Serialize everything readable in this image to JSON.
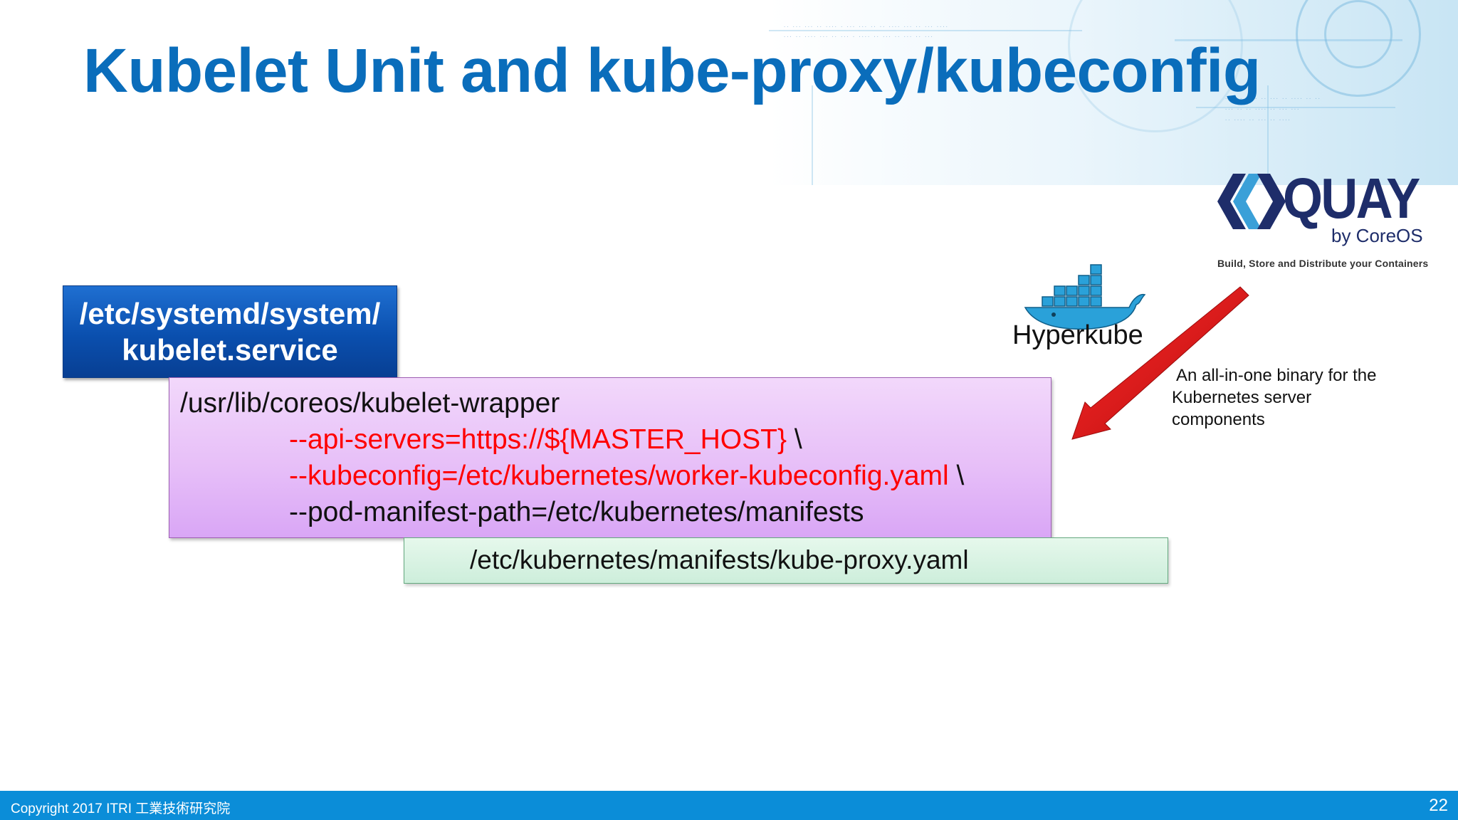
{
  "slide": {
    "title": "Kubelet Unit and kube-proxy/kubeconfig"
  },
  "service_box": {
    "line1": "/etc/systemd/system/",
    "line2": "kubelet.service"
  },
  "wrapper_box": {
    "command": "/usr/lib/coreos/kubelet-wrapper",
    "arg1": "--api-servers=https://${MASTER_HOST}",
    "arg1_cont": " \\",
    "arg2": "--kubeconfig=/etc/kubernetes/worker-kubeconfig.yaml",
    "arg2_cont": " \\",
    "arg3": "--pod-manifest-path=/etc/kubernetes/manifests"
  },
  "proxy_box": {
    "path": "/etc/kubernetes/manifests/kube-proxy.yaml"
  },
  "quay": {
    "name": "QUAY",
    "by": "by CoreOS",
    "tagline": "Build, Store and Distribute your Containers"
  },
  "hyperkube": {
    "label": "Hyperkube",
    "description": [
      "An all-in-one binary for the",
      "Kubernetes server",
      "components"
    ]
  },
  "footer": {
    "copyright": "Copyright 2017  ITRI 工業技術研究院",
    "page_number": "22"
  },
  "colors": {
    "title": "#0a6dbb",
    "highlight_args": "#ff0000",
    "footer_bar": "#0b8dd8",
    "arrow": "#e01818"
  }
}
